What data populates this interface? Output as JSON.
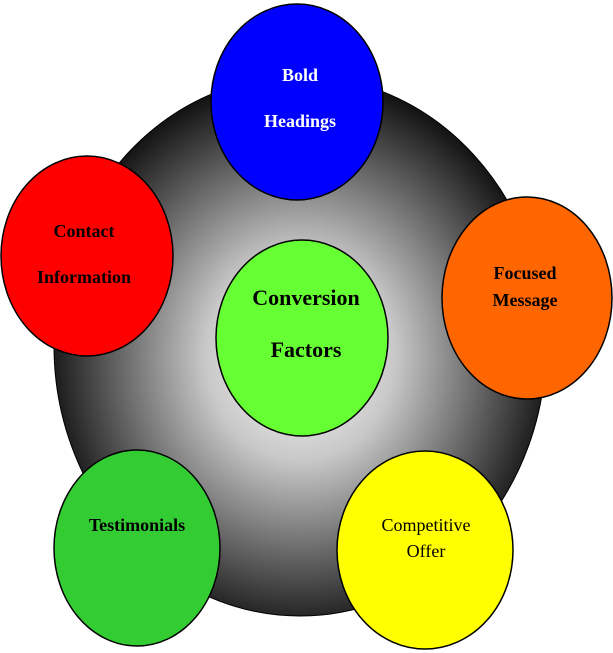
{
  "diagram": {
    "center": {
      "lines": [
        "Conversion",
        "Factors"
      ],
      "color": "#66ff33"
    },
    "nodes": [
      {
        "id": "bold-headings",
        "lines": [
          "Bold",
          "Headings"
        ],
        "fill": "#0000ff",
        "text_color": "#ffffff"
      },
      {
        "id": "contact-information",
        "lines": [
          "Contact",
          "Information"
        ],
        "fill": "#ff0000",
        "text_color": "#000000"
      },
      {
        "id": "focused-message",
        "lines": [
          "Focused",
          "Message"
        ],
        "fill": "#ff6600",
        "text_color": "#000000"
      },
      {
        "id": "testimonials",
        "lines": [
          "Testimonials"
        ],
        "fill": "#33cc33",
        "text_color": "#000000"
      },
      {
        "id": "competitive-offer",
        "lines": [
          "Competitive",
          "Offer"
        ],
        "fill": "#ffff00",
        "text_color": "#000000"
      }
    ],
    "background_gradient": {
      "inner": "#ffffff",
      "outer": "#000000"
    }
  }
}
